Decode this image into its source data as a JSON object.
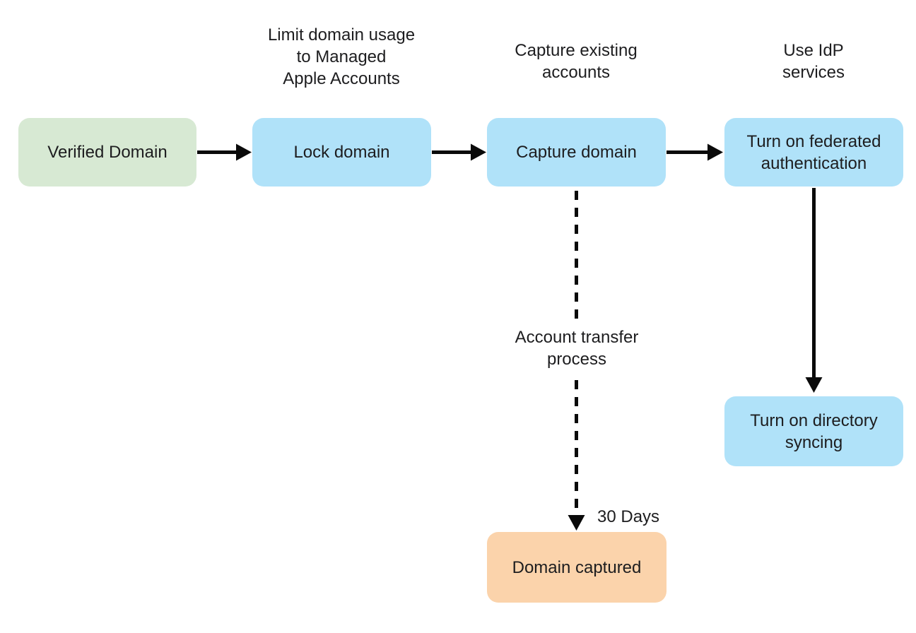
{
  "diagram": {
    "background": "#ffffff",
    "text_color": "#1d1d1f",
    "arrow_color": "#0a0a0a",
    "nodes": {
      "verified_domain": {
        "label": "Verified Domain",
        "color": "#d7e9d3",
        "type": "start"
      },
      "lock_domain": {
        "label": "Lock domain",
        "color": "#b0e2f9",
        "type": "process"
      },
      "capture_domain": {
        "label": "Capture domain",
        "color": "#b0e2f9",
        "type": "process"
      },
      "federated_auth": {
        "label": "Turn on federated authentication",
        "color": "#b0e2f9",
        "type": "process"
      },
      "directory_syncing": {
        "label": "Turn on directory syncing",
        "color": "#b0e2f9",
        "type": "process"
      },
      "domain_captured": {
        "label": "Domain captured",
        "color": "#fbd3ab",
        "type": "end"
      }
    },
    "annotations": {
      "lock_domain": {
        "text": "Limit domain usage to Managed Apple Accounts",
        "lines": [
          "Limit domain usage",
          "to Managed",
          "Apple Accounts"
        ]
      },
      "capture_domain": {
        "text": "Capture existing accounts",
        "lines": [
          "Capture existing",
          "accounts"
        ]
      },
      "federated_auth": {
        "text": "Use IdP services",
        "lines": [
          "Use IdP",
          "services"
        ]
      },
      "transfer_process": {
        "text": "Account transfer process",
        "lines": [
          "Account transfer",
          "process"
        ]
      },
      "thirty_days": {
        "text": "30 Days"
      }
    },
    "edges": [
      {
        "from": "verified_domain",
        "to": "lock_domain",
        "style": "solid"
      },
      {
        "from": "lock_domain",
        "to": "capture_domain",
        "style": "solid"
      },
      {
        "from": "capture_domain",
        "to": "federated_auth",
        "style": "solid"
      },
      {
        "from": "federated_auth",
        "to": "directory_syncing",
        "style": "solid"
      },
      {
        "from": "capture_domain",
        "to": "domain_captured",
        "style": "dashed",
        "label": "Account transfer process",
        "duration": "30 Days"
      }
    ]
  }
}
